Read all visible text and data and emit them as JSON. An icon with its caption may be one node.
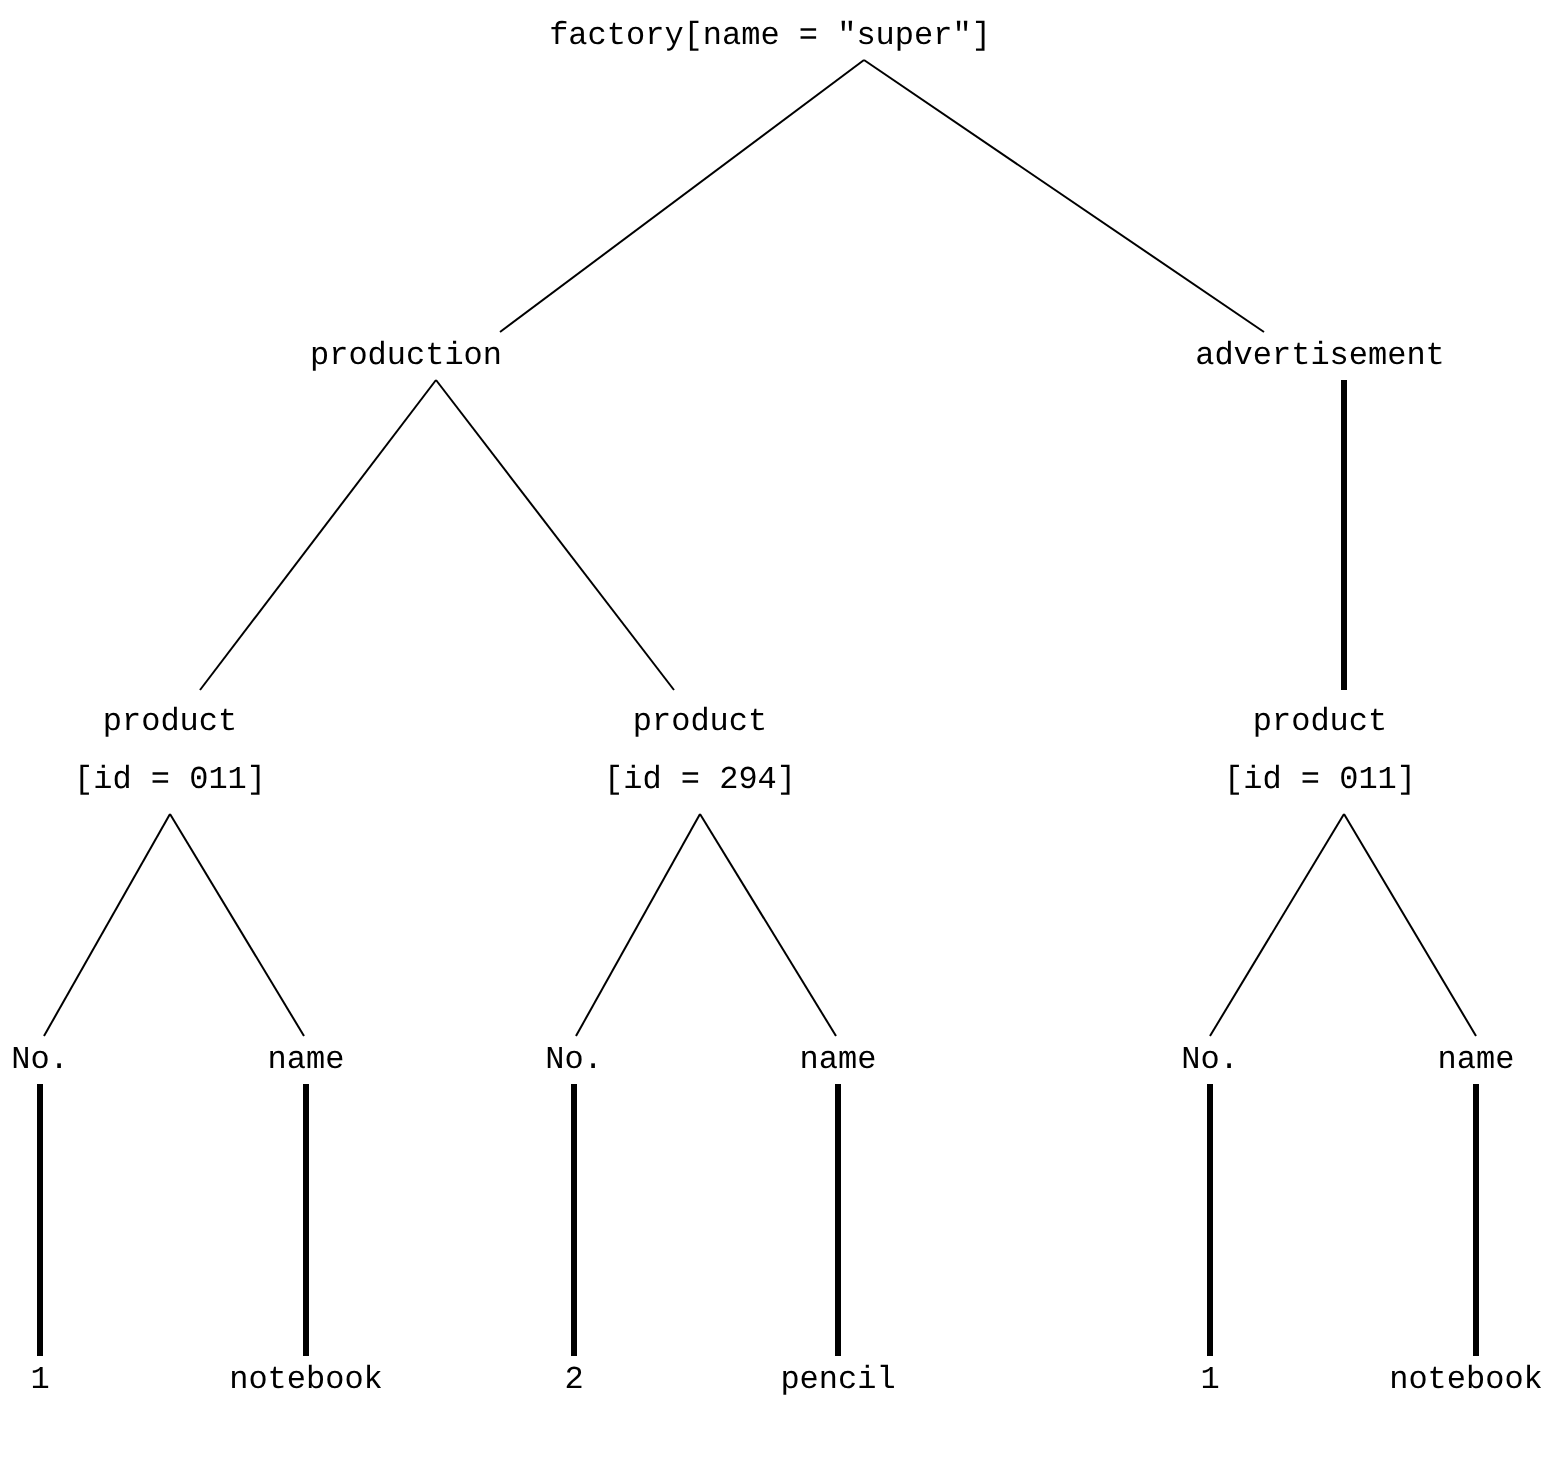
{
  "diagram": {
    "nodes": [
      {
        "text": [
          "factory[name = \"super\"]"
        ]
      },
      {
        "text": [
          "production"
        ]
      },
      {
        "text": [
          "advertisement"
        ]
      },
      {
        "text": [
          "product [id = 011]"
        ]
      },
      {
        "text": [
          "product [id = 294]"
        ]
      },
      {
        "text": [
          "product [id = 011]"
        ]
      },
      {
        "text": [
          "No."
        ]
      },
      {
        "text": [
          "name"
        ]
      },
      {
        "text": [
          "No."
        ]
      },
      {
        "text": [
          "name"
        ]
      },
      {
        "text": [
          "No."
        ]
      },
      {
        "text": [
          "name"
        ]
      },
      {
        "text": [
          "1"
        ]
      },
      {
        "text": [
          "notebook"
        ]
      },
      {
        "text": [
          "2"
        ]
      },
      {
        "text": [
          "pencil"
        ]
      },
      {
        "text": [
          "1"
        ]
      },
      {
        "text": [
          "notebook"
        ]
      }
    ],
    "edges": [
      {
        "from": 0,
        "to": 1,
        "arrow": "none"
      },
      {
        "from": 0,
        "to": 2,
        "arrow": "none"
      },
      {
        "from": 1,
        "to": 3,
        "arrow": "none"
      },
      {
        "from": 1,
        "to": 4,
        "arrow": "none"
      },
      {
        "from": 2,
        "to": 5,
        "arrow": "none",
        "style": "thick"
      },
      {
        "from": 3,
        "to": 6,
        "arrow": "none"
      },
      {
        "from": 3,
        "to": 7,
        "arrow": "none"
      },
      {
        "from": 4,
        "to": 8,
        "arrow": "none"
      },
      {
        "from": 4,
        "to": 9,
        "arrow": "none"
      },
      {
        "from": 5,
        "to": 10,
        "arrow": "none"
      },
      {
        "from": 5,
        "to": 11,
        "arrow": "none"
      },
      {
        "from": 6,
        "to": 12,
        "arrow": "none",
        "style": "thick"
      },
      {
        "from": 7,
        "to": 13,
        "arrow": "none",
        "style": "thick"
      },
      {
        "from": 8,
        "to": 14,
        "arrow": "none",
        "style": "thick"
      },
      {
        "from": 9,
        "to": 15,
        "arrow": "none",
        "style": "thick"
      },
      {
        "from": 10,
        "to": 16,
        "arrow": "none",
        "style": "thick"
      },
      {
        "from": 11,
        "to": 17,
        "arrow": "none",
        "style": "thick"
      }
    ]
  }
}
